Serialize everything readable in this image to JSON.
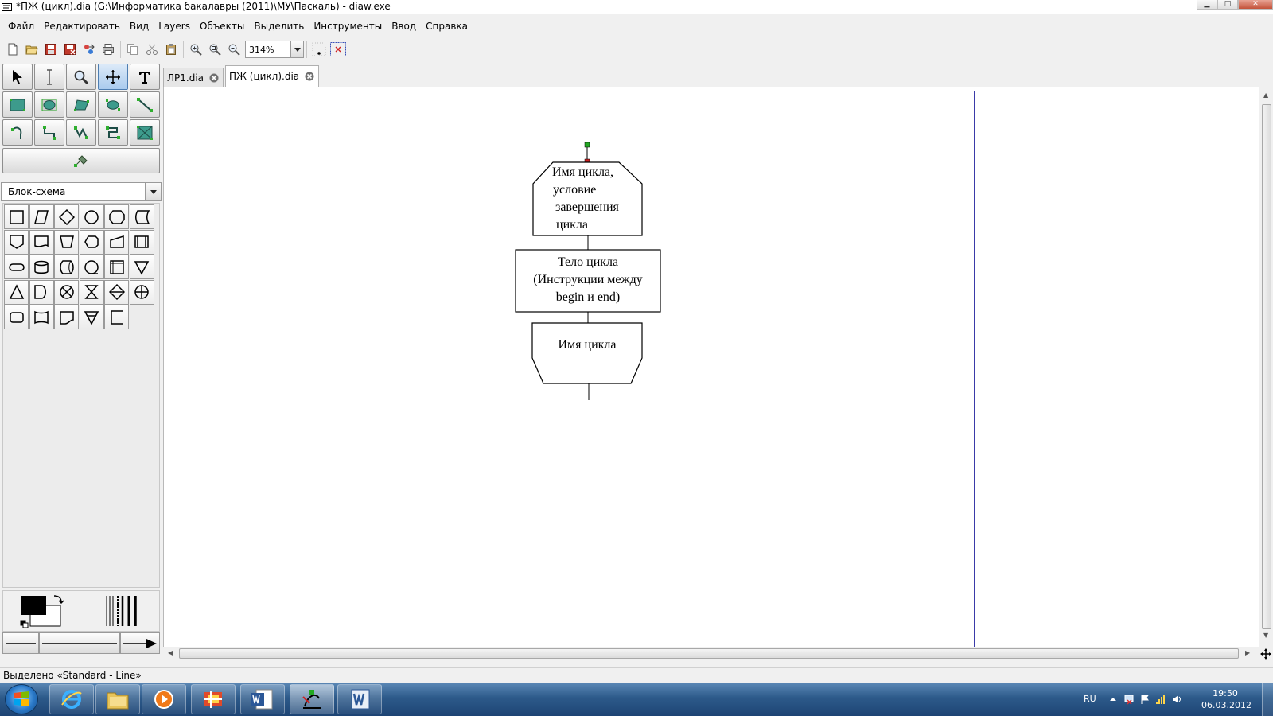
{
  "window": {
    "title": "*ПЖ (цикл).dia (G:\\Информатика бакалавры (2011)\\МУ\\Паскаль) - diaw.exe",
    "minimize_glyph": "▁",
    "maximize_glyph": "□",
    "close_glyph": "✕"
  },
  "menu": [
    "Файл",
    "Редактировать",
    "Вид",
    "Layers",
    "Объекты",
    "Выделить",
    "Инструменты",
    "Ввод",
    "Справка"
  ],
  "toolbar": {
    "zoom_value": "314%",
    "icons": [
      "new-file-icon",
      "open-file-icon",
      "save-icon",
      "save-as-icon",
      "export-icon",
      "print-icon",
      "copy-icon",
      "cut-icon",
      "paste-icon",
      "zoom-in-icon",
      "zoom-fit-icon",
      "zoom-out-icon",
      "snap-to-grid-icon",
      "snap-to-objects-icon"
    ]
  },
  "tools": {
    "icons": [
      "pointer-icon",
      "text-cursor-icon",
      "magnify-icon",
      "move-icon",
      "text-tool-icon",
      "box-icon",
      "ellipse-icon",
      "polygon-icon",
      "beziergon-icon",
      "line-icon",
      "arc-icon",
      "zigzag-line-icon",
      "polyline-icon",
      "bezier-line-icon",
      "image-icon",
      "outline-icon"
    ],
    "active": "move-icon"
  },
  "sheet": {
    "selected": "Блок-схема"
  },
  "shapes": {
    "icons": [
      "process-icon",
      "data-io-icon",
      "decision-icon",
      "connector-icon",
      "preparation-icon",
      "stored-data-icon",
      "off-page-icon",
      "document-icon",
      "manual-operation-icon",
      "display-icon",
      "manual-input-icon",
      "predefined-process-icon",
      "terminal-icon",
      "magnetic-disk-icon",
      "direct-access-icon",
      "sequential-data-icon",
      "internal-storage-icon",
      "merge-icon",
      "extract-icon",
      "delay-icon",
      "summing-junction-icon",
      "collate-icon",
      "sort-icon",
      "or-icon",
      "punched-card-icon",
      "multi-document-icon",
      "card-icon",
      "punched-tape-icon",
      "annotation-icon"
    ]
  },
  "colors": {
    "foreground": "#000000",
    "background": "#ffffff",
    "page_border": "#3a3aa8",
    "handle_green": "#22a822",
    "handle_red": "#cc2020"
  },
  "tabs": [
    {
      "label": "ЛР1.dia"
    },
    {
      "label": "ПЖ (цикл).dia"
    }
  ],
  "diagram": {
    "loop_start": {
      "lines": [
        "Имя цикла,",
        "условие",
        "завершения",
        "цикла"
      ]
    },
    "loop_body": {
      "lines": [
        "Тело цикла",
        "(Инструкции между",
        "begin и end)"
      ]
    },
    "loop_end": {
      "lines": [
        "Имя цикла"
      ]
    }
  },
  "status": {
    "text": "Выделено «Standard - Line»"
  },
  "taskbar": {
    "apps": [
      "explorer-icon",
      "internet-explorer-icon",
      "file-manager-icon",
      "media-player-icon",
      "paint-icon",
      "word-doc-icon",
      "dia-app-icon",
      "word-app-icon"
    ],
    "active_app": "dia-app-icon",
    "language": "RU",
    "time": "19:50",
    "date": "06.03.2012"
  }
}
